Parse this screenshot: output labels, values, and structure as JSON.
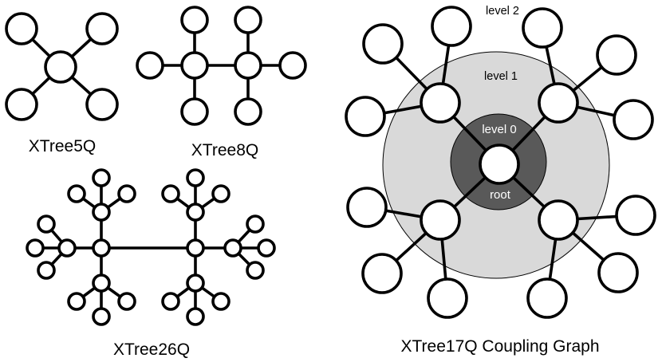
{
  "captions": {
    "xtree5q": "XTree5Q",
    "xtree8q": "XTree8Q",
    "xtree26q": "XTree26Q",
    "xtree17q": "XTree17Q Coupling Graph"
  },
  "xtree17q_labels": {
    "level2": "level 2",
    "level1": "level 1",
    "level0": "level 0",
    "root": "root"
  },
  "colors": {
    "level1_region": "#d9d9d9",
    "level0_region": "#595959",
    "node_fill": "#ffffff",
    "edge": "#000000"
  },
  "graphs": {
    "xtree5q": {
      "qubits": 5
    },
    "xtree8q": {
      "qubits": 8
    },
    "xtree26q": {
      "qubits": 26
    },
    "xtree17q": {
      "qubits": 17,
      "levels": 3
    }
  }
}
